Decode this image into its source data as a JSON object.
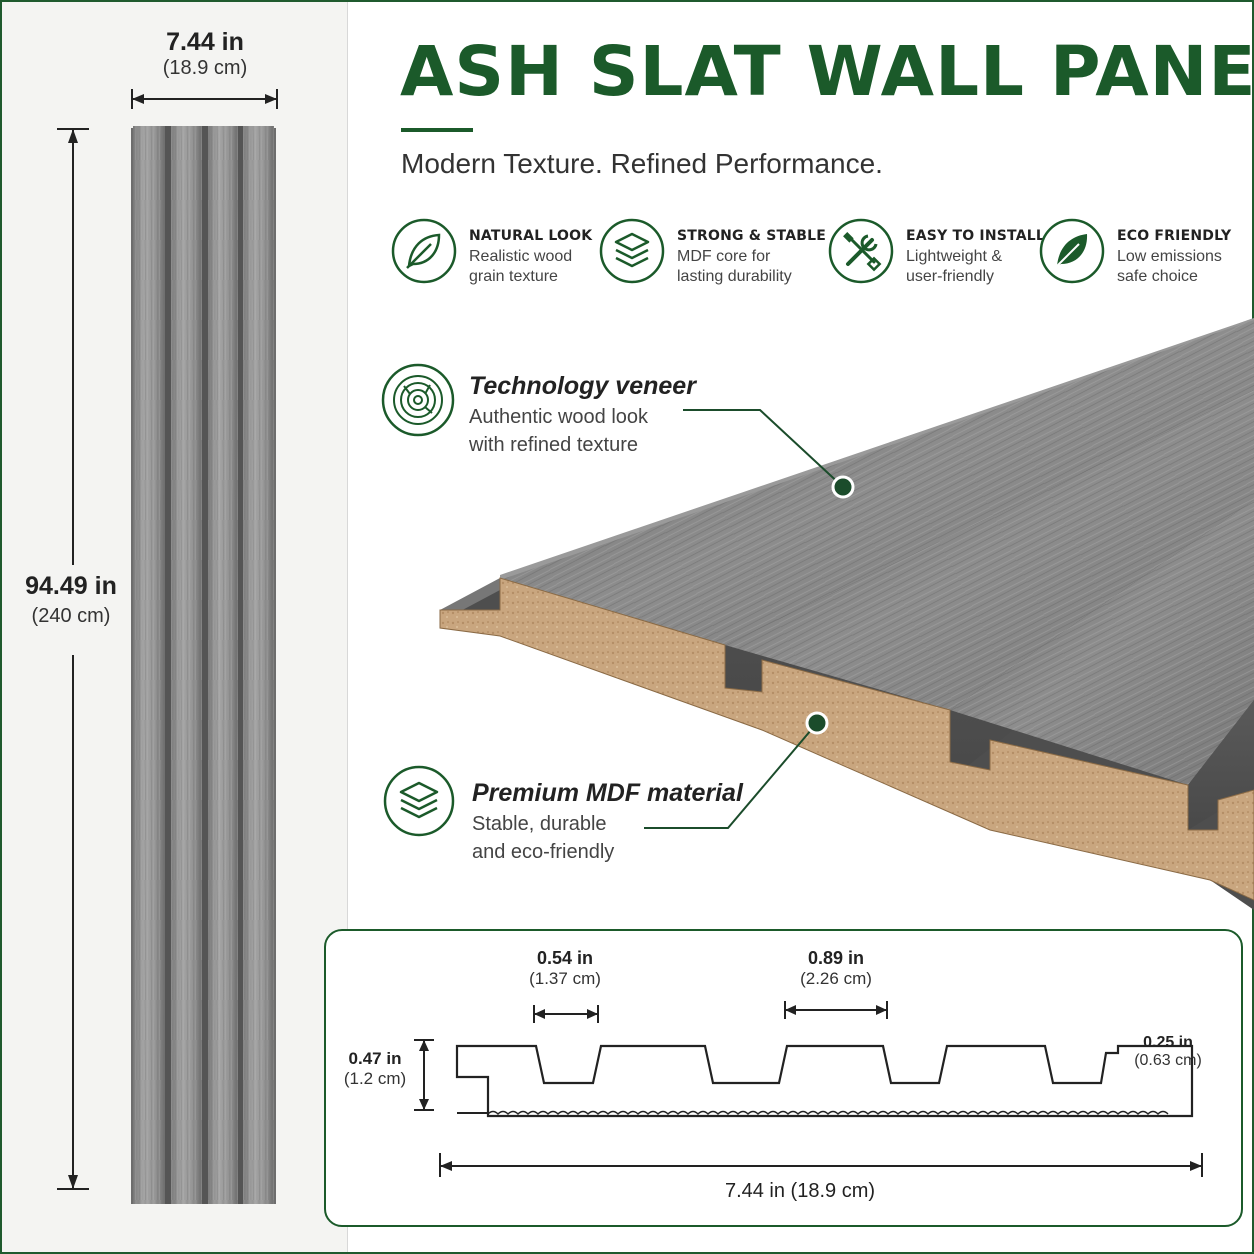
{
  "product": {
    "title": "ASH SLAT WALL PANEL",
    "subtitle": "Modern Texture. Refined Performance."
  },
  "dimensions": {
    "width_in": "7.44 in",
    "width_cm": "(18.9 cm)",
    "height_in": "94.49 in",
    "height_cm": "(240 cm)"
  },
  "features": [
    {
      "icon": "leaf-icon",
      "heading": "NATURAL LOOK",
      "line1": "Realistic wood",
      "line2": "grain texture"
    },
    {
      "icon": "layers-icon",
      "heading": "STRONG & STABLE",
      "line1": "MDF core for",
      "line2": "lasting durability"
    },
    {
      "icon": "tools-icon",
      "heading": "EASY TO INSTALL",
      "line1": "Lightweight &",
      "line2": "user-friendly"
    },
    {
      "icon": "leaf-icon",
      "heading": "ECO FRIENDLY",
      "line1": "Low emissions",
      "line2": "safe choice"
    }
  ],
  "callouts": {
    "veneer": {
      "icon": "wood-rings-icon",
      "title": "Technology veneer",
      "line1": "Authentic wood look",
      "line2": "with refined texture"
    },
    "mdf": {
      "icon": "layers-icon",
      "title": "Premium MDF material",
      "line1": "Stable, durable",
      "line2": "and eco-friendly"
    }
  },
  "profile": {
    "slat_in": "0.54 in",
    "slat_cm": "(1.37 cm)",
    "gap_in": "0.89 in",
    "gap_cm": "(2.26 cm)",
    "thick_in": "0.47 in",
    "thick_cm": "(1.2 cm)",
    "base_in": "0.25 in",
    "base_cm": "(0.63 cm)",
    "total": "7.44 in (18.9 cm)"
  },
  "colors": {
    "brand_green": "#1b5a2a",
    "wood_grey": "#8e8e8e",
    "mdf_tan": "#c9a67f"
  }
}
